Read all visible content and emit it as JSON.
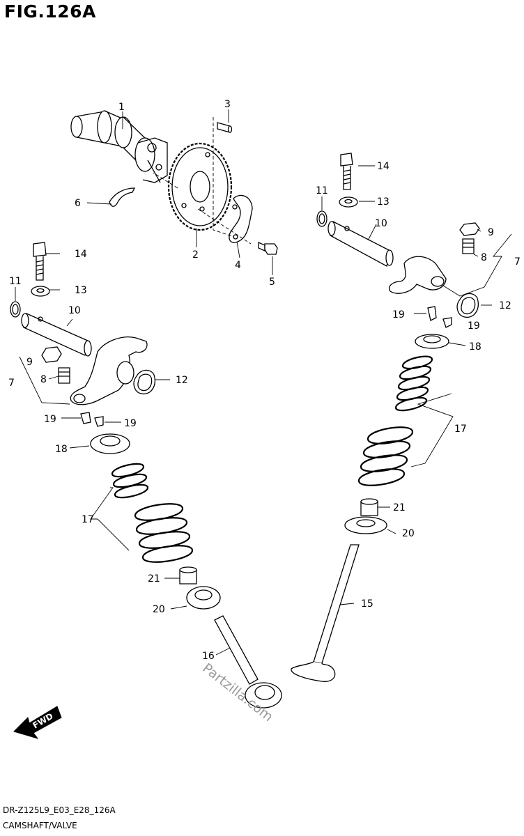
{
  "figure": {
    "title": "FIG.126A",
    "model_code": "DR-Z125L9_E03_E28_126A",
    "section_name": "CAMSHAFT/VALVE",
    "watermark": "Partzilla.com",
    "direction_arrow": "FWD"
  },
  "callouts": {
    "c1": "1",
    "c2": "2",
    "c3": "3",
    "c4": "4",
    "c5": "5",
    "c6": "6",
    "c7a": "7",
    "c7b": "7",
    "c8a": "8",
    "c8b": "8",
    "c9a": "9",
    "c9b": "9",
    "c10a": "10",
    "c10b": "10",
    "c11a": "11",
    "c11b": "11",
    "c12a": "12",
    "c12b": "12",
    "c13a": "13",
    "c13b": "13",
    "c14a": "14",
    "c14b": "14",
    "c15": "15",
    "c16": "16",
    "c17a": "17",
    "c17b": "17",
    "c18a": "18",
    "c18b": "18",
    "c19a": "19",
    "c19b": "19",
    "c19c": "19",
    "c19d": "19",
    "c20a": "20",
    "c20b": "20",
    "c21a": "21",
    "c21b": "21"
  }
}
